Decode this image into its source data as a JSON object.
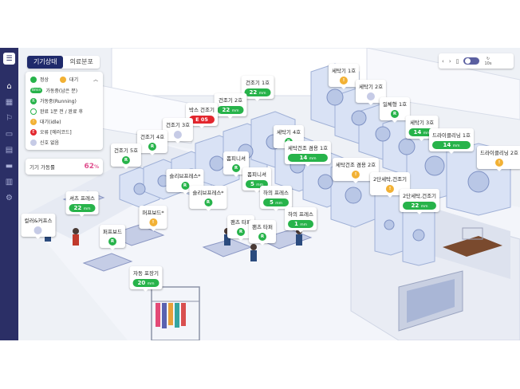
{
  "tabs": [
    {
      "label": "기기상태",
      "active": true
    },
    {
      "label": "의료분포",
      "active": false
    }
  ],
  "legend": {
    "top": [
      {
        "label": "정상",
        "color": "#27b34a"
      },
      {
        "label": "대기",
        "color": "#f2b134"
      }
    ],
    "rows": [
      {
        "symbol": "8min",
        "label": "가동중(남은 분)",
        "kind": "pill"
      },
      {
        "symbol": "R",
        "label": "가동중(Running)",
        "kind": "green"
      },
      {
        "symbol": "",
        "label": "완료 1분 전 / 완료 후",
        "kind": "ring"
      },
      {
        "symbol": "!",
        "label": "대기(idle)",
        "kind": "orange"
      },
      {
        "symbol": "E",
        "label": "오류 [에러코드]",
        "kind": "red"
      },
      {
        "symbol": "",
        "label": "신호 없음",
        "kind": "gray"
      }
    ]
  },
  "usage": {
    "label": "기기 가동률",
    "value": "62",
    "unit": "%"
  },
  "controls": {
    "prev": "‹",
    "next": "›",
    "speed": "10s"
  },
  "colors": {
    "running": "#27b34a",
    "idle": "#f2b134",
    "error": "#e3262d",
    "nosignal": "#c6cbe6",
    "sidebar": "#2b2f66"
  },
  "machines": [
    {
      "name": "세탁기 1호",
      "status": "idle",
      "value": "!"
    },
    {
      "name": "건조기 1호",
      "status": "time",
      "value": "22",
      "unit": "mm"
    },
    {
      "name": "세탁기 2호",
      "status": "nosignal",
      "value": ""
    },
    {
      "name": "건조기 2호",
      "status": "time",
      "value": "22",
      "unit": "mm"
    },
    {
      "name": "박스 건조기",
      "status": "error",
      "value": "E 05"
    },
    {
      "name": "일체형 1호",
      "status": "running",
      "value": "R"
    },
    {
      "name": "세탁기 3호",
      "status": "time",
      "value": "14",
      "unit": "mm"
    },
    {
      "name": "건조기 3호",
      "status": "nosignal",
      "value": ""
    },
    {
      "name": "세탁기 4호",
      "status": "running",
      "value": "R"
    },
    {
      "name": "드라이클리닝 1호",
      "status": "time",
      "value": "14",
      "unit": "mm"
    },
    {
      "name": "건조기 4호",
      "status": "running",
      "value": "R"
    },
    {
      "name": "드라이클리닝 2호",
      "status": "idle",
      "value": "!"
    },
    {
      "name": "건조기 5호",
      "status": "running",
      "value": "R"
    },
    {
      "name": "세탁건조 겸용 1호",
      "status": "time",
      "value": "14",
      "unit": "mm"
    },
    {
      "name": "폼피니셔",
      "status": "running",
      "value": "R"
    },
    {
      "name": "슬리브프레스*",
      "status": "running",
      "value": "R"
    },
    {
      "name": "세탁건조 겸용 2호",
      "status": "idle",
      "value": "!"
    },
    {
      "name": "폼피니셔",
      "status": "time",
      "value": "5",
      "unit": "mm"
    },
    {
      "name": "2단세탁,건조기",
      "status": "idle",
      "value": "!"
    },
    {
      "name": "슬리브프레스*",
      "status": "running",
      "value": "R"
    },
    {
      "name": "하의 프레스",
      "status": "time",
      "value": "5",
      "unit": "mm"
    },
    {
      "name": "2단세탁,건조기",
      "status": "time",
      "value": "22",
      "unit": "mm"
    },
    {
      "name": "셔츠 프레스",
      "status": "time",
      "value": "22",
      "unit": "mm"
    },
    {
      "name": "퍼프보드*",
      "status": "idle",
      "value": "!"
    },
    {
      "name": "팬츠 타퍼",
      "status": "running",
      "value": "R"
    },
    {
      "name": "하의 프레스",
      "status": "time",
      "value": "1",
      "unit": "mm"
    },
    {
      "name": "컬러&커프스",
      "status": "nosignal",
      "value": ""
    },
    {
      "name": "팬츠 타퍼",
      "status": "running",
      "value": "R"
    },
    {
      "name": "퍼프보드",
      "status": "running",
      "value": "R"
    },
    {
      "name": "자동 포장기",
      "status": "time",
      "value": "20",
      "unit": "mm"
    }
  ]
}
